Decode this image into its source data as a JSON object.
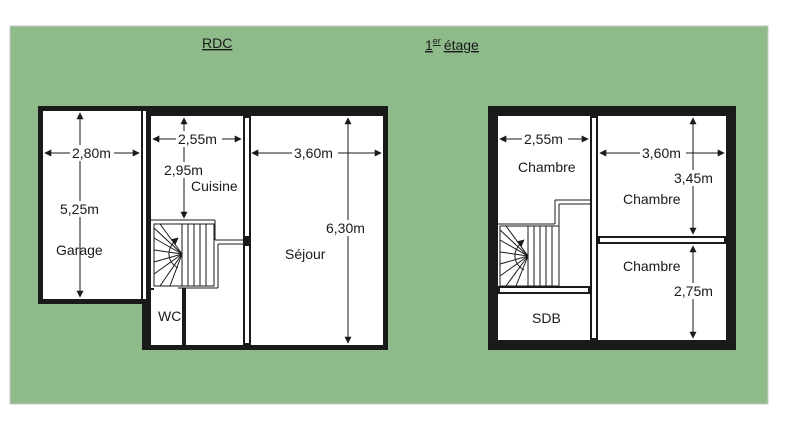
{
  "colors": {
    "background": "#8fba8a",
    "wall": "#1a1a1a",
    "floor": "#ffffff"
  },
  "titles": {
    "rdc": "RDC",
    "etage_num": "1",
    "etage_sup": "er",
    "etage_word": "étage"
  },
  "rdc": {
    "rooms": {
      "garage": "Garage",
      "cuisine": "Cuisine",
      "sejour": "Séjour",
      "wc": "WC"
    },
    "dims": {
      "garage_width": "2,80m",
      "garage_length": "5,25m",
      "cuisine_width": "2,55m",
      "cuisine_length": "2,95m",
      "sejour_width": "3,60m",
      "sejour_length": "6,30m"
    }
  },
  "etage": {
    "rooms": {
      "chambre_1": "Chambre",
      "chambre_2": "Chambre",
      "chambre_3": "Chambre",
      "sdb": "SDB"
    },
    "dims": {
      "chambre_1_width": "2,55m",
      "chambre_2_width": "3,60m",
      "chambre_2_length": "3,45m",
      "chambre_3_length": "2,75m"
    }
  }
}
